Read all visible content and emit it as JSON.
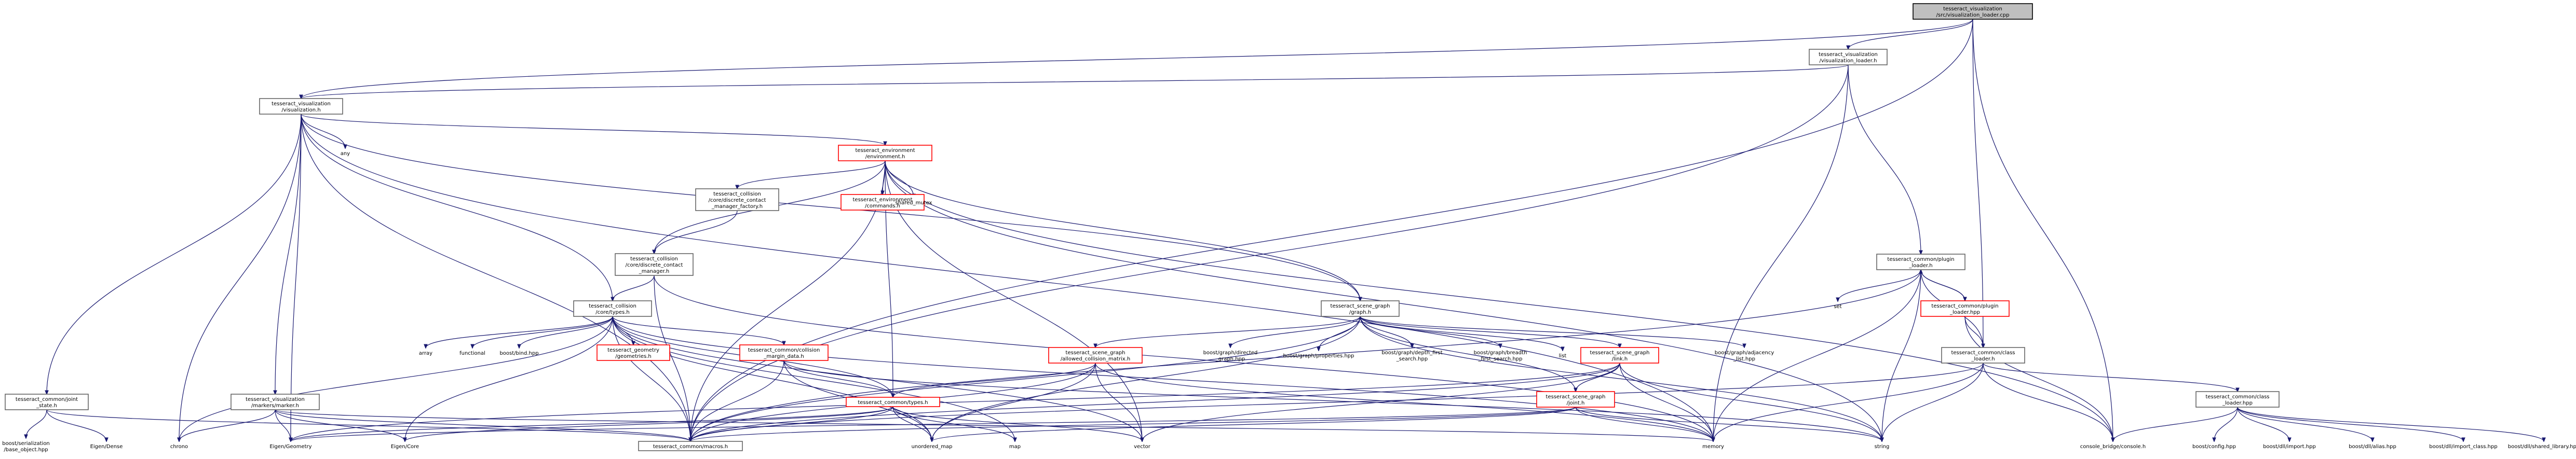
{
  "nodes": {
    "root": [
      "tesseract_visualization",
      "/src/visualization_loader.cpp"
    ],
    "vis_loader": [
      "tesseract_visualization",
      "/visualization_loader.h"
    ],
    "visualization": [
      "tesseract_visualization",
      "/visualization.h"
    ],
    "any": [
      "any"
    ],
    "environment": [
      "tesseract_environment",
      "/environment.h"
    ],
    "discrete_factory": [
      "tesseract_collision",
      "/core/discrete_contact",
      "_manager_factory.h"
    ],
    "env_commands": [
      "tesseract_environment",
      "/commands.h"
    ],
    "shared_mutex": [
      "shared_mutex"
    ],
    "discrete_manager": [
      "tesseract_collision",
      "/core/discrete_contact",
      "_manager.h"
    ],
    "collision_types": [
      "tesseract_collision",
      "/core/types.h"
    ],
    "plugin_loader_h": [
      "tesseract_common/plugin",
      "_loader.h"
    ],
    "plugin_loader_hpp": [
      "tesseract_common/plugin",
      "_loader.hpp"
    ],
    "set": [
      "set"
    ],
    "scene_graph": [
      "tesseract_scene_graph",
      "/graph.h"
    ],
    "array": [
      "array"
    ],
    "functional": [
      "functional"
    ],
    "boost_bind": [
      "boost/bind.hpp"
    ],
    "geometries": [
      "tesseract_geometry",
      "/geometries.h"
    ],
    "collision_margin": [
      "tesseract_common/collision",
      "_margin_data.h"
    ],
    "allowed_collision": [
      "tesseract_scene_graph",
      "/allowed_collision_matrix.h"
    ],
    "directed_graph": [
      "boost/graph/directed",
      "_graph.hpp"
    ],
    "properties": [
      "boost/graph/properties.hpp"
    ],
    "depth_first": [
      "boost/graph/depth_first",
      "_search.hpp"
    ],
    "breadth_first": [
      "boost/graph/breadth",
      "_first_search.hpp"
    ],
    "list": [
      "list"
    ],
    "link": [
      "tesseract_scene_graph",
      "/link.h"
    ],
    "adjacency": [
      "boost/graph/adjacency",
      "_list.hpp"
    ],
    "class_loader_h": [
      "tesseract_common/class",
      "_loader.h"
    ],
    "class_loader_hpp": [
      "tesseract_common/class",
      "_loader.hpp"
    ],
    "joint_h": [
      "tesseract_scene_graph",
      "/joint.h"
    ],
    "common_types": [
      "tesseract_common/types.h"
    ],
    "common_joint": [
      "tesseract_common/joint",
      "_state.h"
    ],
    "marker": [
      "tesseract_visualization",
      "/markers/marker.h"
    ],
    "serialization": [
      "boost/serialization",
      "/base_object.hpp"
    ],
    "eigen_dense": [
      "Eigen/Dense"
    ],
    "chrono": [
      "chrono"
    ],
    "eigen_geometry": [
      "Eigen/Geometry"
    ],
    "eigen_core": [
      "Eigen/Core"
    ],
    "macros": [
      "tesseract_common/macros.h"
    ],
    "unordered_map": [
      "unordered_map"
    ],
    "map": [
      "map"
    ],
    "vector": [
      "vector"
    ],
    "memory": [
      "memory"
    ],
    "string": [
      "string"
    ],
    "console": [
      "console_bridge/console.h"
    ],
    "boost_config": [
      "boost/config.hpp"
    ],
    "dll_import": [
      "boost/dll/import.hpp"
    ],
    "dll_alias": [
      "boost/dll/alias.hpp"
    ],
    "dll_import_class": [
      "boost/dll/import_class.hpp"
    ],
    "dll_shared": [
      "boost/dll/shared_library.hpp"
    ]
  }
}
